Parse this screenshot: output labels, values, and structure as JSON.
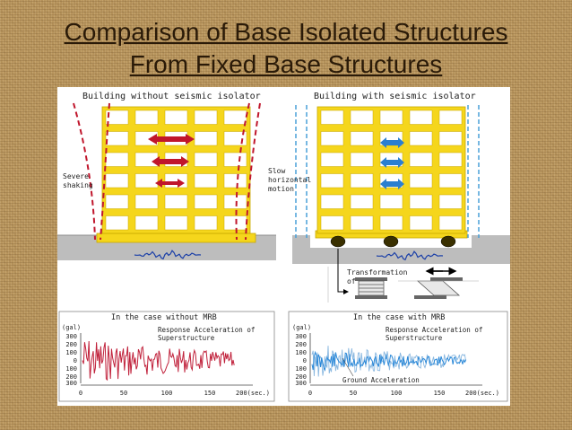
{
  "slide": {
    "title_line1": "Comparison of Base Isolated Structures",
    "title_line2": "From Fixed Base Structures"
  },
  "left": {
    "heading": "Building without seismic isolator",
    "label_line1": "Severe",
    "label_line2": "shaking"
  },
  "right": {
    "heading": "Building with seismic isolator",
    "label_line1": "Slow",
    "label_line2": "horizontal",
    "label_line3": "motion",
    "transform_line1": "Transformation",
    "transform_line2": "of MRB"
  },
  "graph_left": {
    "caption": "In the case without MRB",
    "unit": "(gal)",
    "legend_line1": "Response Acceleration of",
    "legend_line2": "Superstructure",
    "y_ticks": [
      "300",
      "200",
      "100",
      "0",
      "100",
      "200",
      "300"
    ],
    "x_ticks": [
      "0",
      "50",
      "100",
      "150",
      "200(sec.)"
    ]
  },
  "graph_right": {
    "caption": "In the case with MRB",
    "unit": "(gal)",
    "legend_line1": "Response Acceleration of",
    "legend_line2": "Superstructure",
    "ground_label": "Ground Acceleration",
    "y_ticks": [
      "300",
      "200",
      "100",
      "0",
      "100",
      "200",
      "300"
    ],
    "x_ticks": [
      "0",
      "50",
      "100",
      "150",
      "200(sec.)"
    ]
  },
  "colors": {
    "building": "#f5d61c",
    "frame_outline": "#c8a800",
    "red_arrow": "#c0162c",
    "blue_arrow": "#2a7fd0",
    "red_dash": "#c0162c",
    "blue_dash": "#4aa0d8",
    "ground": "#bdbdbd",
    "seismic_wave": "#1a3fa8",
    "plot_red": "#c0203a",
    "plot_blue": "#2a88d8"
  }
}
